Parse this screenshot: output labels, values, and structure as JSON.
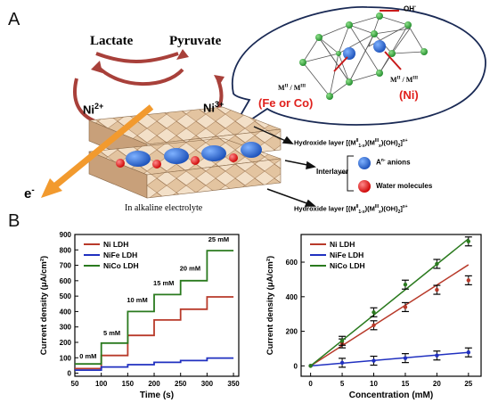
{
  "panel_a": {
    "letter": "A",
    "lactate": "Lactate",
    "pyruvate": "Pyruvate",
    "ni2": "Ni",
    "ni2_sup": "2+",
    "ni3": "Ni",
    "ni3_sup": "3+",
    "electron": "e",
    "electron_sup": "-",
    "caption": "In alkaline electrolyte",
    "oh": "OH",
    "oh_sup": "-",
    "m_label_left": "M",
    "m_label_right": "M",
    "fe_co": "(Fe or  Co)",
    "ni_paren": "(Ni)",
    "hydroxide_top": "Hydroxide layer [(M",
    "hydroxide_top_tail": ")(M",
    "hydroxide_top_end": ")(OH)",
    "hydroxide_bottom": "Hydroxide layer [(M",
    "interlayer": "Interlayer",
    "anions": "A",
    "anions_tail": " anions",
    "water": "Water molecules"
  },
  "panel_b": {
    "letter": "B"
  },
  "colors": {
    "ni": "#b83a2a",
    "nife": "#2030c0",
    "nico": "#2a7a1e",
    "crystal": "#e8c9a6",
    "accent_red": "#e0201c"
  },
  "chart_data": [
    {
      "type": "line",
      "xlabel": "Time (s)",
      "ylabel": "Current density (μA/cm²)",
      "xlim": [
        50,
        360
      ],
      "ylim": [
        -20,
        900
      ],
      "xticks": [
        "50",
        "100",
        "150",
        "200",
        "250",
        "300",
        "350"
      ],
      "yticks": [
        "0",
        "100",
        "200",
        "300",
        "400",
        "500",
        "600",
        "700",
        "800",
        "900"
      ],
      "legend_position": "top-left",
      "series": [
        {
          "name": "Ni LDH",
          "color": "#b83a2a",
          "steps": [
            [
              50,
              30
            ],
            [
              100,
              30
            ],
            [
              100,
              115
            ],
            [
              150,
              115
            ],
            [
              150,
              245
            ],
            [
              200,
              245
            ],
            [
              200,
              345
            ],
            [
              250,
              345
            ],
            [
              250,
              415
            ],
            [
              300,
              415
            ],
            [
              300,
              495
            ],
            [
              350,
              495
            ]
          ]
        },
        {
          "name": "NiFe LDH",
          "color": "#2030c0",
          "steps": [
            [
              50,
              20
            ],
            [
              100,
              20
            ],
            [
              100,
              40
            ],
            [
              150,
              40
            ],
            [
              150,
              55
            ],
            [
              200,
              55
            ],
            [
              200,
              70
            ],
            [
              250,
              70
            ],
            [
              250,
              82
            ],
            [
              300,
              82
            ],
            [
              300,
              98
            ],
            [
              350,
              98
            ]
          ]
        },
        {
          "name": "NiCo LDH",
          "color": "#2a7a1e",
          "steps": [
            [
              50,
              60
            ],
            [
              100,
              60
            ],
            [
              100,
              195
            ],
            [
              150,
              195
            ],
            [
              150,
              400
            ],
            [
              200,
              400
            ],
            [
              200,
              510
            ],
            [
              250,
              510
            ],
            [
              250,
              600
            ],
            [
              300,
              600
            ],
            [
              300,
              795
            ],
            [
              350,
              795
            ]
          ]
        }
      ],
      "annotations": [
        {
          "text": "0 mM",
          "x": 75,
          "y": 95
        },
        {
          "text": "5 mM",
          "x": 120,
          "y": 245
        },
        {
          "text": "10 mM",
          "x": 168,
          "y": 460
        },
        {
          "text": "15 mM",
          "x": 218,
          "y": 570
        },
        {
          "text": "20 mM",
          "x": 268,
          "y": 665
        },
        {
          "text": "25 mM",
          "x": 322,
          "y": 855
        }
      ]
    },
    {
      "type": "scatter",
      "xlabel": "Concentration (mM)",
      "ylabel": "Current density (μA/cm²)",
      "xlim": [
        -1.5,
        27
      ],
      "ylim": [
        -60,
        760
      ],
      "xticks": [
        "0",
        "5",
        "10",
        "15",
        "20",
        "25"
      ],
      "yticks": [
        "0",
        "200",
        "400",
        "600"
      ],
      "legend_position": "top-left",
      "series": [
        {
          "name": "Ni LDH",
          "color": "#b83a2a",
          "x": [
            0,
            5,
            10,
            15,
            20,
            25
          ],
          "y": [
            0,
            130,
            235,
            340,
            440,
            495
          ],
          "fit": [
            [
              0,
              0
            ],
            [
              25,
              585
            ]
          ]
        },
        {
          "name": "NiFe LDH",
          "color": "#2030c0",
          "x": [
            0,
            5,
            10,
            15,
            20,
            25
          ],
          "y": [
            0,
            18,
            30,
            45,
            60,
            78
          ],
          "fit": [
            [
              0,
              0
            ],
            [
              25,
              78
            ]
          ]
        },
        {
          "name": "NiCo LDH",
          "color": "#2a7a1e",
          "x": [
            0,
            5,
            10,
            15,
            20,
            25
          ],
          "y": [
            0,
            145,
            310,
            470,
            590,
            720
          ],
          "fit": [
            [
              0,
              0
            ],
            [
              25,
              735
            ]
          ]
        }
      ]
    }
  ]
}
